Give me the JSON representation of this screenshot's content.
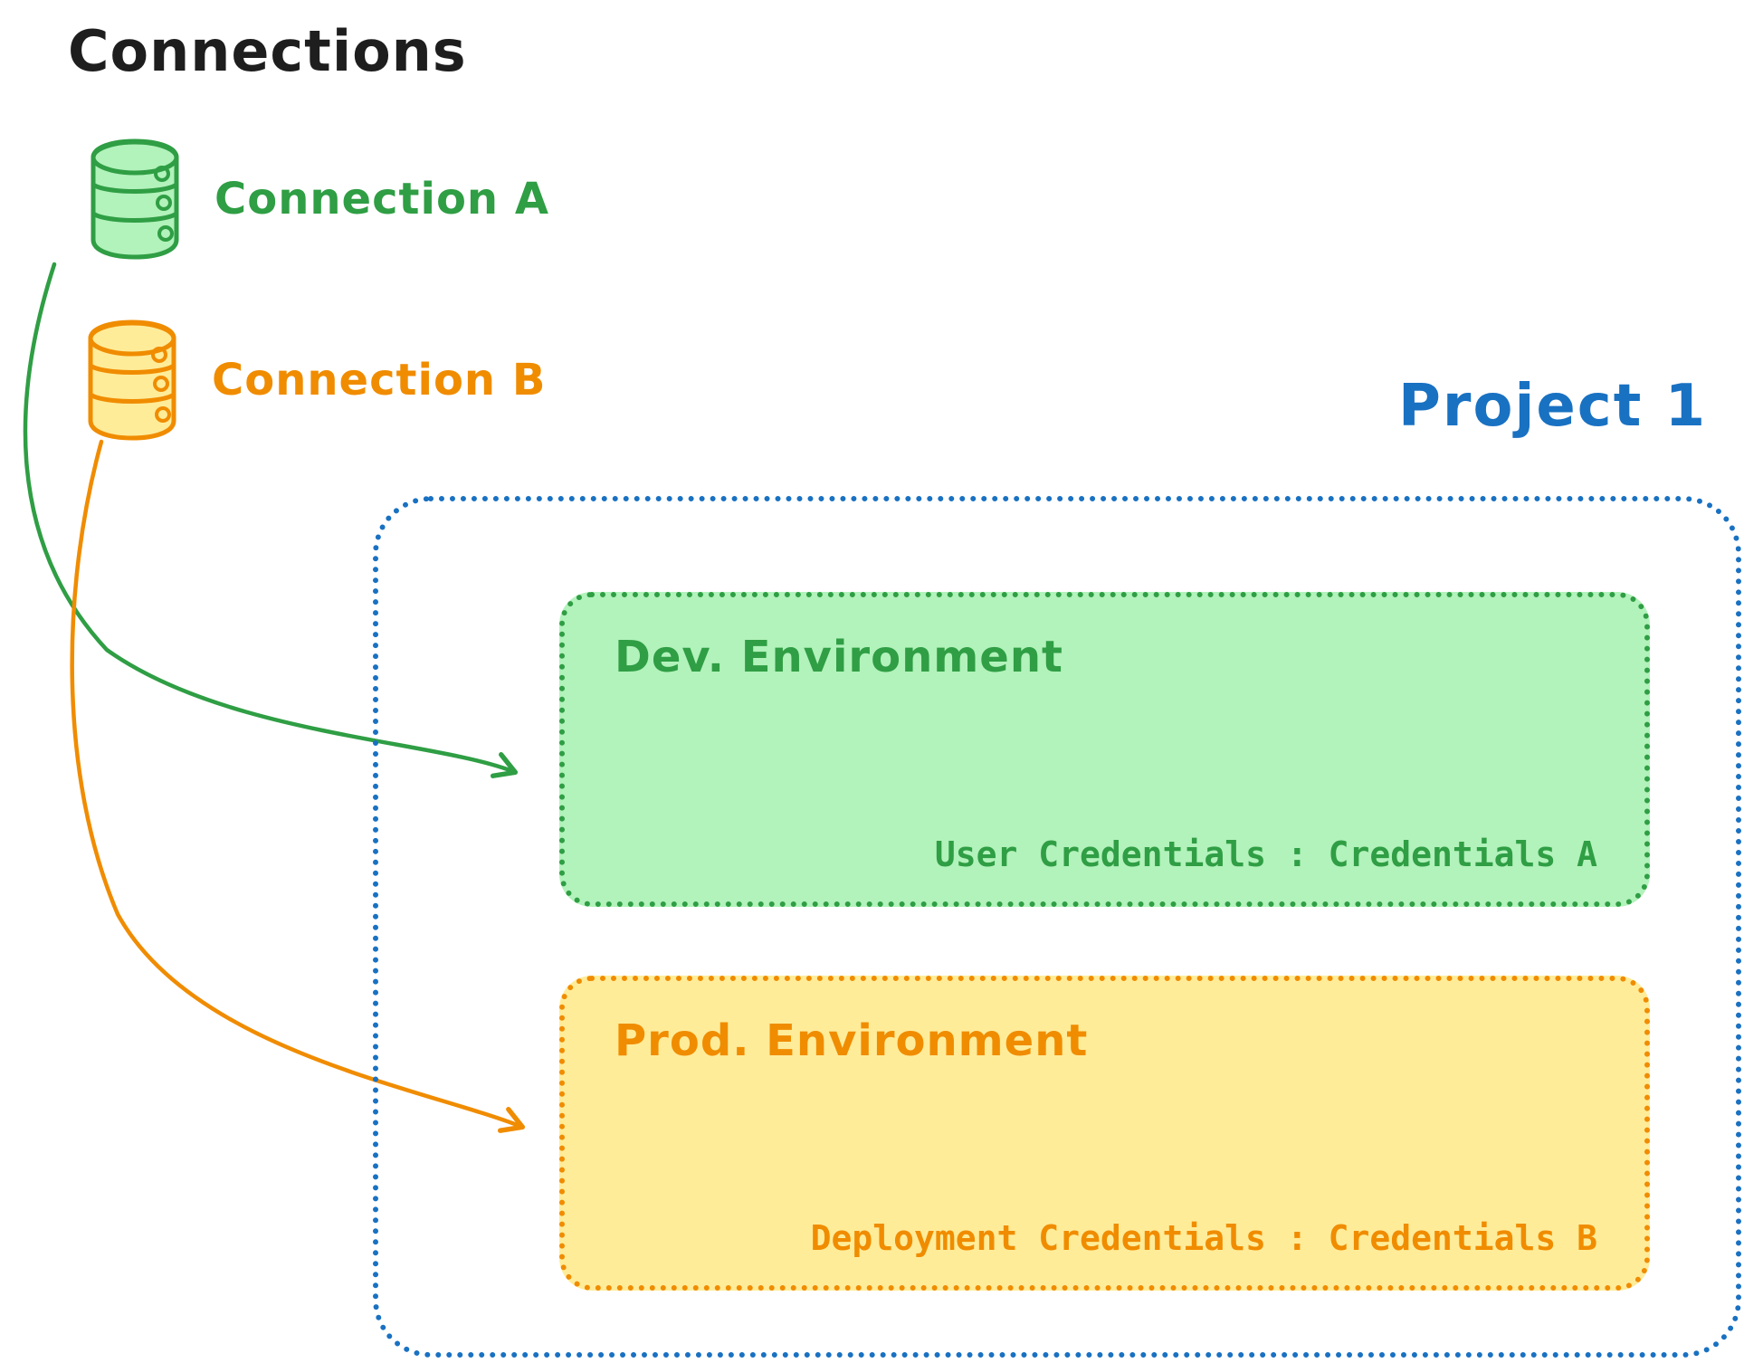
{
  "diagram": {
    "title": "Connections",
    "project_label": "Project 1",
    "connections": [
      {
        "label": "Connection A",
        "color": "#2f9e44",
        "fill": "#b2f2bb"
      },
      {
        "label": "Connection B",
        "color": "#f08c00",
        "fill": "#ffec99"
      }
    ],
    "environments": [
      {
        "title": "Dev. Environment",
        "credentials": "User Credentials : Credentials A",
        "color": "#2f9e44",
        "fill": "#b2f2bb"
      },
      {
        "title": "Prod. Environment",
        "credentials": "Deployment Credentials : Credentials B",
        "color": "#f08c00",
        "fill": "#ffec99"
      }
    ],
    "arrows": [
      {
        "from": "Connection A",
        "to": "Dev. Environment",
        "color": "#2f9e44"
      },
      {
        "from": "Connection B",
        "to": "Prod. Environment",
        "color": "#f08c00"
      }
    ],
    "colors": {
      "green": "#2f9e44",
      "green_fill": "#b2f2bb",
      "orange": "#f08c00",
      "orange_fill": "#ffec99",
      "blue": "#1971c2",
      "text": "#1e1e1e"
    }
  }
}
